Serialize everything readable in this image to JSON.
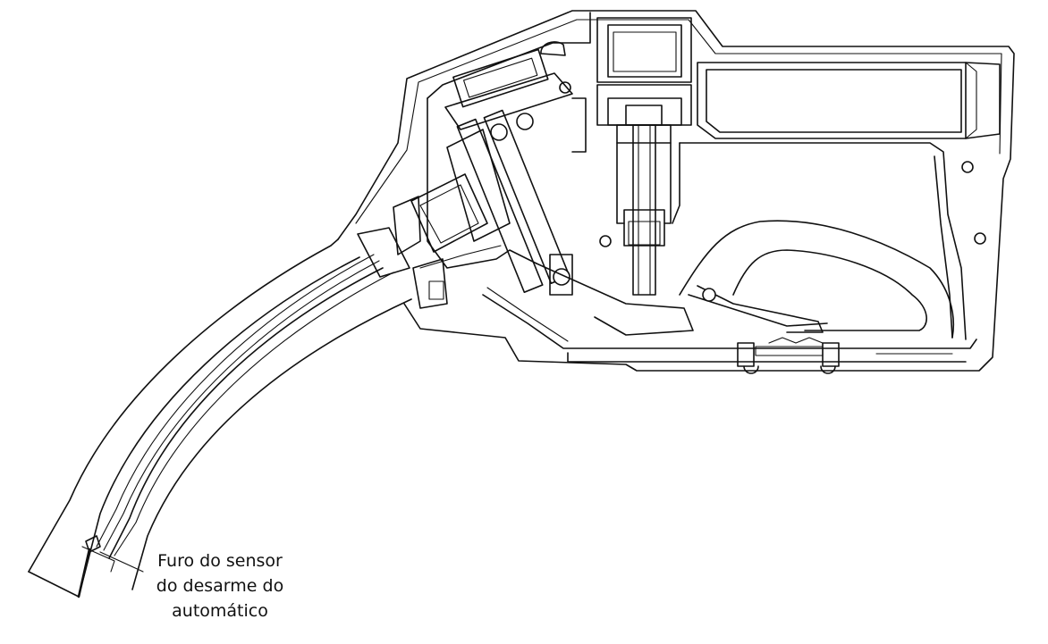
{
  "diagram": {
    "subject": "fuel-nozzle-cross-section",
    "annotation": {
      "lines": [
        "Furo do sensor",
        "do desarme do",
        "automático"
      ]
    },
    "colors": {
      "line": "#111111",
      "background": "#ffffff"
    }
  }
}
